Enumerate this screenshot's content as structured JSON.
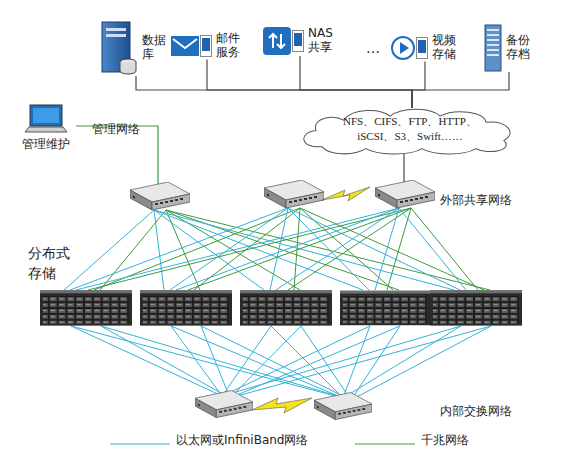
{
  "diagram": {
    "nodes": [
      {
        "text": [
          "数据库"
        ]
      },
      {
        "text": [
          "邮件服务"
        ]
      },
      {
        "text": [
          "NAS共享"
        ]
      },
      {
        "text": [
          "视频存储"
        ]
      },
      {
        "text": [
          "备份存档"
        ]
      },
      {
        "text": [
          "管理维护"
        ]
      },
      {
        "text": [
          "NFS、CIFS、FTP、HTTP、 iSCSI、S3、Swift……"
        ]
      }
    ],
    "edges": [
      {
        "from": 0,
        "to": 6,
        "arrow": "none"
      },
      {
        "from": 1,
        "to": 6,
        "arrow": "none"
      },
      {
        "from": 2,
        "to": 6,
        "arrow": "none"
      },
      {
        "from": 3,
        "to": 6,
        "arrow": "none"
      },
      {
        "from": 4,
        "to": 6,
        "arrow": "none"
      }
    ],
    "labels": [
      "…",
      "管理网络",
      "外部共享网络",
      "分布式存储",
      "内部交换网络"
    ],
    "legend": [
      {
        "text": "以太网或InfiniBand网络"
      },
      {
        "text": "千兆网络"
      }
    ]
  }
}
